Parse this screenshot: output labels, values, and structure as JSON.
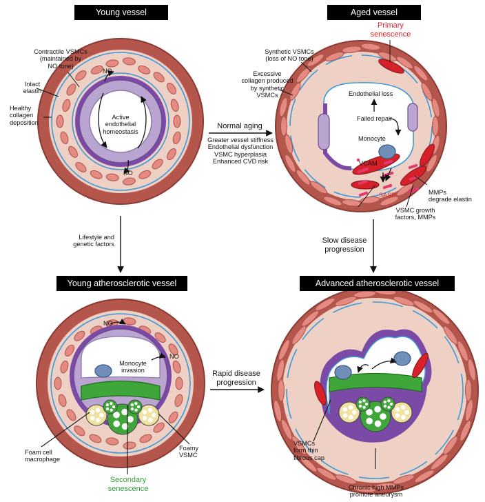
{
  "panels": {
    "young": {
      "title": "Young vessel",
      "contractile": "Contractile VSMCs\n(maintained by\nNO tone)",
      "intact_elastin": "Intact\nelastin",
      "collagen": "Healthy\ncollagen\ndeposition",
      "active": "Active\nendothelial\nhomeostasis",
      "no": "NO"
    },
    "aged": {
      "title": "Aged vessel",
      "primary": "Primary\nsenescence",
      "synthetic": "Synthetic VSMCs\n(loss of NO tone)",
      "excess": "Excessive\ncollagen produced\nby synthetic\nVSMCs",
      "endo_loss": "Endothelial loss",
      "failed": "Failed repair",
      "monocyte": "Monocyte",
      "vcam": "VCAM",
      "sasp": "SASP",
      "mmps": "MMPs\ndegrade elastin",
      "growth": "VSMC growth\nfactors, MMPs"
    },
    "young_ath": {
      "title": "Young atherosclerotic vessel",
      "invasion": "Monocyte\ninvasion",
      "foam_cell": "Foam cell\nmacrophage",
      "foamy": "Foamy\nVSMC",
      "secondary": "Secondary\nsenescence",
      "no": "NO"
    },
    "advanced": {
      "title": "Advanced atherosclerotic vessel",
      "thin_cap": "VSMCs\nform thin\nfibrous cap",
      "aneurysm": "Chronic high MMPs\npromote aneurysm"
    }
  },
  "transitions": {
    "normal_aging": "Normal aging",
    "aging_effects": "Greater vessel stiffness\nEndothelial dysfunction\nVSMC hyperplasia\nEnhanced CVD risk",
    "lifestyle": "Lifestyle and\ngenetic factors",
    "slow": "Slow disease\nprogression",
    "rapid": "Rapid disease\nprogression"
  },
  "colors": {
    "adventitia": "#b4564c",
    "media": "#efd0c5",
    "vsmc": "#e48a80",
    "endothelium_purple": "#7a4aa6",
    "endo_cell": "#b9a5cf",
    "elastin_blue": "#3c9ad6",
    "senescent_red": "#d6202a",
    "foam_green": "#3fa63a",
    "lipid_yellow": "#f0e2a0",
    "sasp_pink": "#e23a6a",
    "monocyte_blue": "#6f8fb9"
  }
}
